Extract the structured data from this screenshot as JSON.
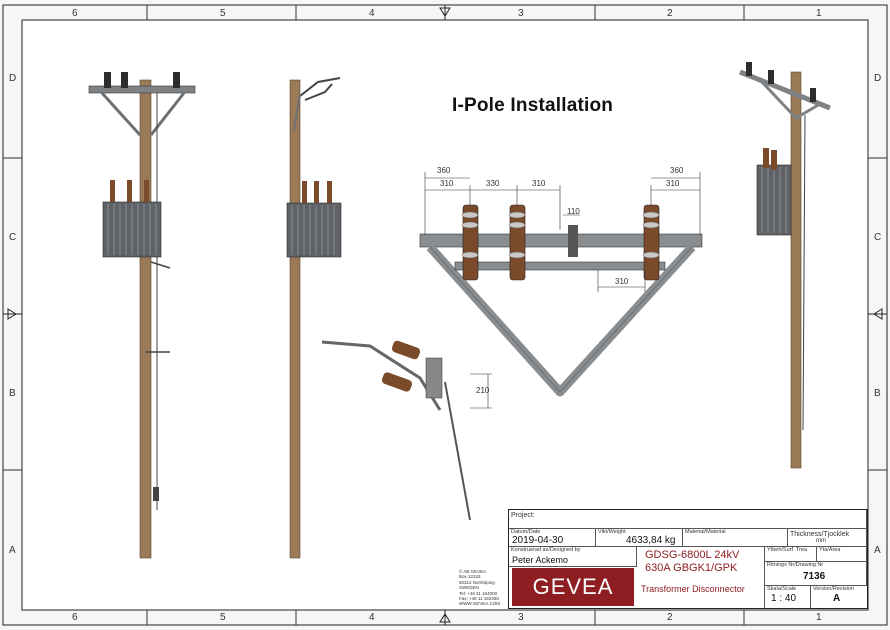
{
  "drawing_title": "I-Pole Installation",
  "grid": {
    "columns": [
      "6",
      "5",
      "4",
      "3",
      "2",
      "1"
    ],
    "rows": [
      "D",
      "C",
      "B",
      "A"
    ]
  },
  "dimensions": {
    "top_right_outer": "360",
    "top_left_outer": "360",
    "top_left_inner": "310",
    "top_mid_1": "330",
    "top_mid_2": "310",
    "top_right_inner": "310",
    "clamp_width": "110",
    "bottom_span": "310",
    "side_view_height": "210"
  },
  "title_block": {
    "project_label": "Project:",
    "date_label": "Datum/Date",
    "date_value": "2019-04-30",
    "weight_label": "Vikt/Weight",
    "weight_value": "4633,84 kg",
    "material_label": "Material/Material",
    "thickness_label": "Thickness/Tjocklek",
    "thickness_unit": "mm",
    "designer_label": "Konstruerad av/Designed by",
    "designer_value": "Peter Ackemo",
    "part_line1": "GDSG-6800L 24kV",
    "part_line2": "630A GBGK1/GPK",
    "description": "Transformer Disconnector",
    "surface_label": "Ytbeh/Surf. Trea",
    "area_label": "Yta/Area",
    "drawing_no_label": "Ritnings Nr/Drawing Nr",
    "drawing_no_value": "7136",
    "scale_label": "Skala/Scale",
    "scale_value": "1 : 40",
    "revision_label": "Version/Revision",
    "revision_value": "A",
    "logo_text": "GEVEA"
  },
  "company": {
    "copyright": "© AB GEVEA",
    "box": "Box 12243",
    "postal": "60312 Norrköping",
    "country": "SWEDEN",
    "tel": "Tel: +46 11 184000",
    "fax": "Fax: +46 11 182260",
    "web": "WWW.GEVEA.COM"
  },
  "colors": {
    "pole_wood": "#9a7a57",
    "steel": "#7f8285",
    "transformer": "#5f6266",
    "insulator": "#7a4a2a",
    "logo_red": "#8e1e22"
  }
}
